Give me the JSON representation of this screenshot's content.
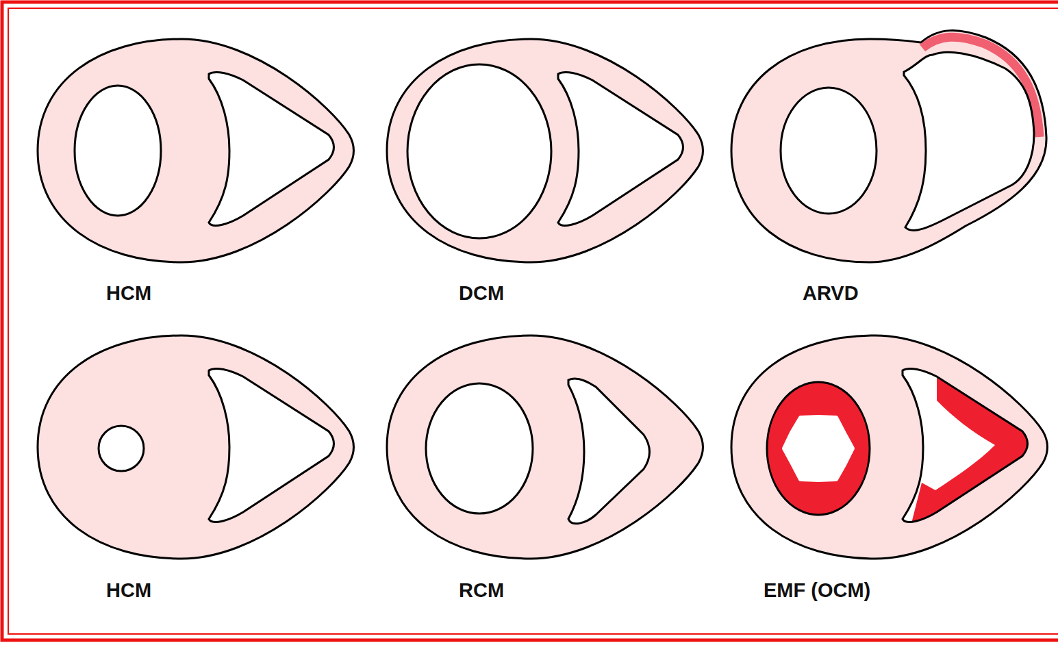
{
  "diagram": {
    "labels": [
      "HCM",
      "DCM",
      "ARVD",
      "HCM",
      "RCM",
      "EMF (OCM)"
    ]
  }
}
